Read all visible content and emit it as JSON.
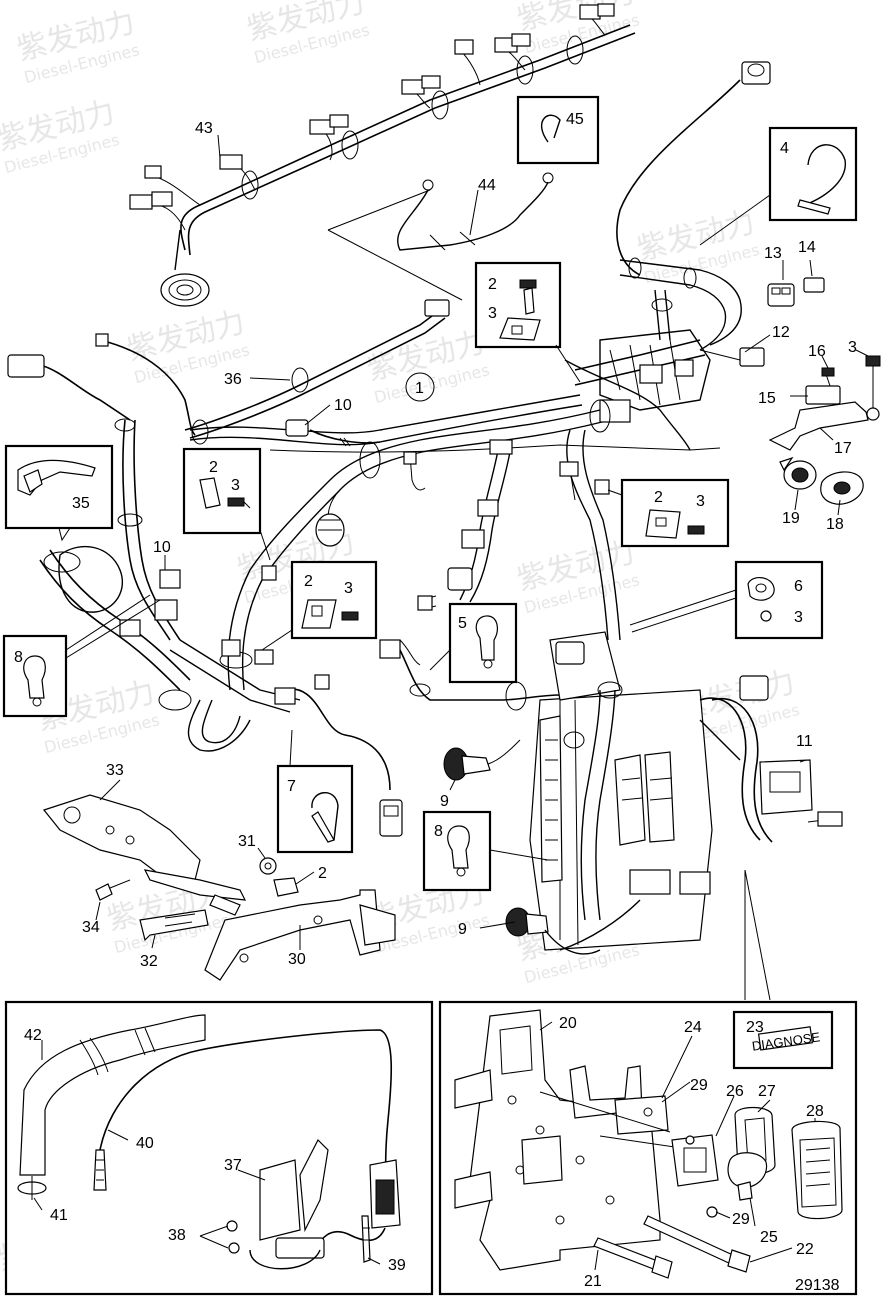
{
  "drawing_number": "29138",
  "watermark": {
    "brand_text": "紫发动力",
    "site_text": "Diesel-Engines"
  },
  "diagnose_label": "DIAGNOSE",
  "callouts": [
    {
      "id": "c43",
      "text": "43"
    },
    {
      "id": "c45",
      "text": "45"
    },
    {
      "id": "c44",
      "text": "44"
    },
    {
      "id": "c4",
      "text": "4"
    },
    {
      "id": "c13",
      "text": "13"
    },
    {
      "id": "c14",
      "text": "14"
    },
    {
      "id": "c2a",
      "text": "2"
    },
    {
      "id": "c3a",
      "text": "3"
    },
    {
      "id": "c12",
      "text": "12"
    },
    {
      "id": "c16",
      "text": "16"
    },
    {
      "id": "c3b",
      "text": "3"
    },
    {
      "id": "c15",
      "text": "15"
    },
    {
      "id": "c17",
      "text": "17"
    },
    {
      "id": "c1",
      "text": "1"
    },
    {
      "id": "c36",
      "text": "36"
    },
    {
      "id": "c10a",
      "text": "10"
    },
    {
      "id": "c2b",
      "text": "2"
    },
    {
      "id": "c3c",
      "text": "3"
    },
    {
      "id": "c2c",
      "text": "2"
    },
    {
      "id": "c3d",
      "text": "3"
    },
    {
      "id": "c19",
      "text": "19"
    },
    {
      "id": "c18",
      "text": "18"
    },
    {
      "id": "c35",
      "text": "35"
    },
    {
      "id": "c10b",
      "text": "10"
    },
    {
      "id": "c2d",
      "text": "2"
    },
    {
      "id": "c3e",
      "text": "3"
    },
    {
      "id": "c6",
      "text": "6"
    },
    {
      "id": "c3f",
      "text": "3"
    },
    {
      "id": "c5",
      "text": "5"
    },
    {
      "id": "c8a",
      "text": "8"
    },
    {
      "id": "c11",
      "text": "11"
    },
    {
      "id": "c7",
      "text": "7"
    },
    {
      "id": "c9a",
      "text": "9"
    },
    {
      "id": "c33",
      "text": "33"
    },
    {
      "id": "c8b",
      "text": "8"
    },
    {
      "id": "c31",
      "text": "31"
    },
    {
      "id": "c2e",
      "text": "2"
    },
    {
      "id": "c34",
      "text": "34"
    },
    {
      "id": "c9b",
      "text": "9"
    },
    {
      "id": "c32",
      "text": "32"
    },
    {
      "id": "c30",
      "text": "30"
    },
    {
      "id": "c42",
      "text": "42"
    },
    {
      "id": "c20",
      "text": "20"
    },
    {
      "id": "c24",
      "text": "24"
    },
    {
      "id": "c23",
      "text": "23"
    },
    {
      "id": "c29a",
      "text": "29"
    },
    {
      "id": "c26",
      "text": "26"
    },
    {
      "id": "c27",
      "text": "27"
    },
    {
      "id": "c28",
      "text": "28"
    },
    {
      "id": "c40",
      "text": "40"
    },
    {
      "id": "c37",
      "text": "37"
    },
    {
      "id": "c29b",
      "text": "29"
    },
    {
      "id": "c41",
      "text": "41"
    },
    {
      "id": "c25",
      "text": "25"
    },
    {
      "id": "c38",
      "text": "38"
    },
    {
      "id": "c22",
      "text": "22"
    },
    {
      "id": "c39",
      "text": "39"
    },
    {
      "id": "c21",
      "text": "21"
    }
  ]
}
